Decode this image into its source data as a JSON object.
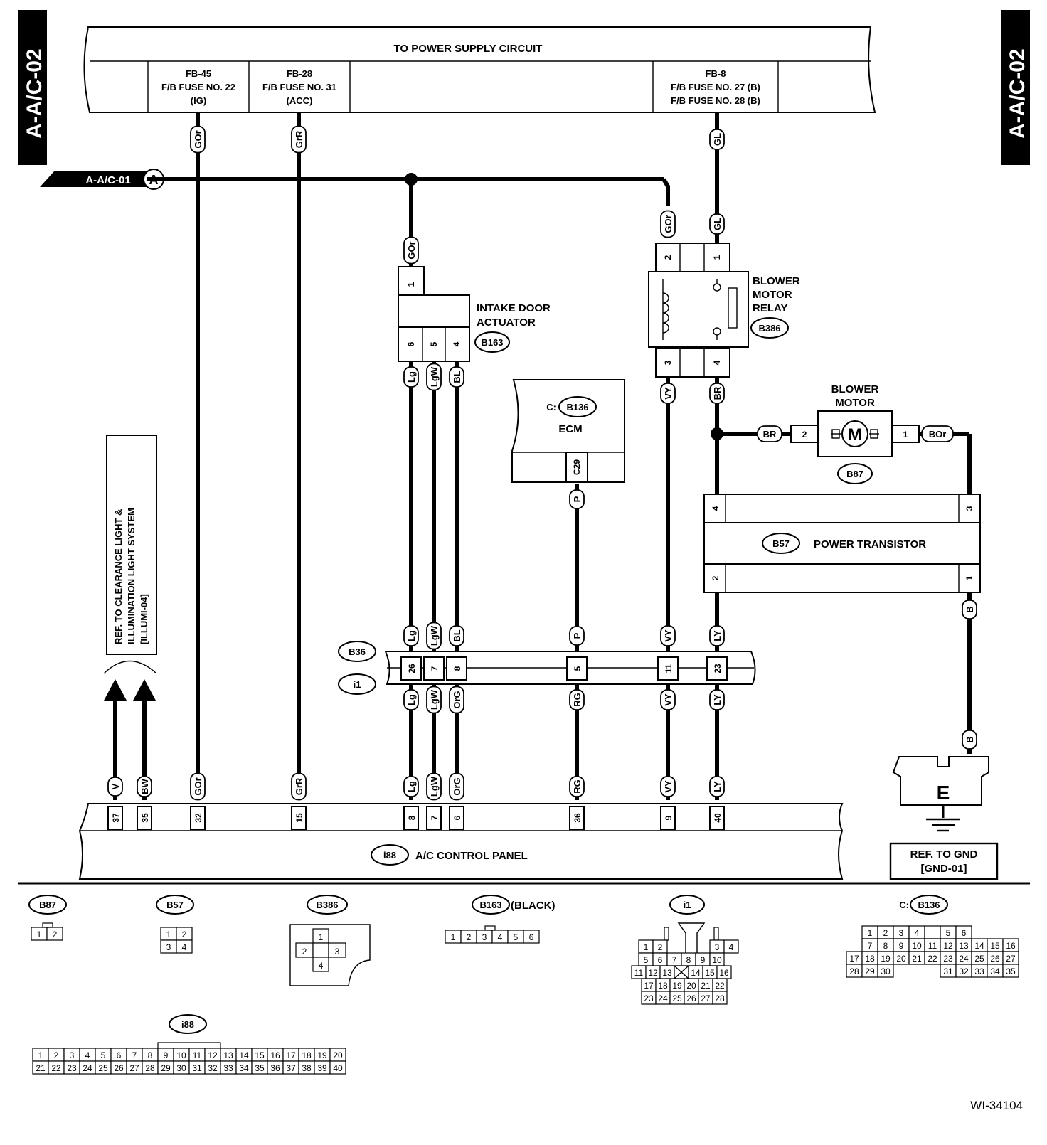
{
  "page_tabs": {
    "left": "A-A/C-02",
    "right": "A-A/C-02"
  },
  "power_supply": {
    "title": "TO POWER SUPPLY CIRCUIT",
    "fb45": [
      "FB-45",
      "F/B FUSE NO. 22",
      "(IG)"
    ],
    "fb28": [
      "FB-28",
      "F/B FUSE NO. 31",
      "(ACC)"
    ],
    "fb8": [
      "FB-8",
      "F/B FUSE NO. 27 (B)",
      "F/B FUSE NO. 28 (B)"
    ]
  },
  "ref_aac01": {
    "label": "A-A/C-01",
    "letter": "A"
  },
  "intake_door_actuator": {
    "name": [
      "INTAKE DOOR",
      "ACTUATOR"
    ],
    "connector": "B163"
  },
  "blower_motor_relay": {
    "name": [
      "BLOWER",
      "MOTOR",
      "RELAY"
    ],
    "connector": "B386"
  },
  "ecm": {
    "prefix": "C:",
    "connector": "B136",
    "name": "ECM",
    "pin": "C29"
  },
  "blower_motor": {
    "name": [
      "BLOWER",
      "MOTOR"
    ],
    "symbol": "M",
    "connector": "B87"
  },
  "power_transistor": {
    "connector": "B57",
    "name": "POWER TRANSISTOR"
  },
  "junction": {
    "top": "B36",
    "bottom": "i1"
  },
  "control_panel": {
    "connector": "i88",
    "name": "A/C CONTROL PANEL"
  },
  "ref_illum": [
    "REF. TO CLEARANCE LIGHT &",
    "ILLUMINATION LIGHT SYSTEM",
    "[ILLUMI-04]"
  ],
  "ground": {
    "letter": "E",
    "ref": [
      "REF. TO GND",
      "[GND-01]"
    ]
  },
  "wire_tags": {
    "gor_fb45": "GOr",
    "grr_fb28": "GrR",
    "gl_fb8": "GL",
    "gor_act": "GOr",
    "gor_relay": "GOr",
    "gl_relay": "GL",
    "lg_act": "Lg",
    "lgw_act": "LgW",
    "bl_act": "BL",
    "vy_relay": "VY",
    "br_relay": "BR",
    "p_ecm": "P",
    "br_motor": "BR",
    "bor_motor": "BOr",
    "b_pt": "B",
    "b_gnd": "B",
    "lg_j1": "Lg",
    "lgw_j1": "LgW",
    "bl_j1": "BL",
    "p_j1": "P",
    "vy_j1": "VY",
    "ly_j1": "LY",
    "lg_j2": "Lg",
    "lgw_j2": "LgW",
    "org_j2": "OrG",
    "rg_j2": "RG",
    "vy_j2": "VY",
    "ly_j2": "LY",
    "v_cp": "V",
    "bw_cp": "BW",
    "gor_cp": "GOr",
    "grr_cp": "GrR",
    "lg_cp": "Lg",
    "lgw_cp": "LgW",
    "org_cp": "OrG",
    "rg_cp": "RG",
    "vy_cp": "VY",
    "ly_cp": "LY"
  },
  "pins": {
    "act_top": "1",
    "act_b1": "6",
    "act_b2": "5",
    "act_b3": "4",
    "relay_t1": "2",
    "relay_t2": "1",
    "relay_b1": "3",
    "relay_b2": "4",
    "motor_l": "2",
    "motor_r": "1",
    "pt_t1": "4",
    "pt_t2": "3",
    "pt_b1": "2",
    "pt_b2": "1",
    "j_lg": "26",
    "j_lgw": "7",
    "j_bl": "8",
    "j_p": "5",
    "j_vy": "11",
    "j_ly": "23",
    "cp_37": "37",
    "cp_35": "35",
    "cp_32": "32",
    "cp_15": "15",
    "cp_8": "8",
    "cp_7": "7",
    "cp_6": "6",
    "cp_36": "36",
    "cp_9": "9",
    "cp_40": "40"
  },
  "connector_views": {
    "b87": {
      "label": "B87",
      "cells": [
        "1",
        "2"
      ]
    },
    "b57": {
      "label": "B57",
      "cells": [
        "1",
        "2",
        "3",
        "4"
      ]
    },
    "b386": {
      "label": "B386",
      "cells": [
        "1",
        "2",
        "3",
        "4"
      ]
    },
    "b163": {
      "label": "B163",
      "suffix": "(BLACK)",
      "cells": [
        "1",
        "2",
        "3",
        "4",
        "5",
        "6"
      ]
    },
    "i1": {
      "label": "i1",
      "rows": [
        [
          "1",
          "2",
          "3",
          "4"
        ],
        [
          "5",
          "6",
          "7",
          "8",
          "9",
          "10"
        ],
        [
          "11",
          "12",
          "13",
          "14",
          "15",
          "16"
        ],
        [
          "17",
          "18",
          "19",
          "20",
          "21",
          "22"
        ],
        [
          "23",
          "24",
          "25",
          "26",
          "27",
          "28"
        ]
      ]
    },
    "b136": {
      "prefix": "C:",
      "label": "B136",
      "rows": [
        [
          "1",
          "2",
          "3",
          "4",
          "5",
          "6"
        ],
        [
          "7",
          "8",
          "9",
          "10",
          "11",
          "12",
          "13",
          "14",
          "15",
          "16"
        ],
        [
          "17",
          "18",
          "19",
          "20",
          "21",
          "22",
          "23",
          "24",
          "25",
          "26",
          "27"
        ],
        [
          "28",
          "29",
          "30",
          "31",
          "32",
          "33",
          "34",
          "35"
        ]
      ]
    },
    "i88": {
      "label": "i88",
      "rows": [
        [
          "1",
          "2",
          "3",
          "4",
          "5",
          "6",
          "7",
          "8",
          "9",
          "10",
          "11",
          "12",
          "13",
          "14",
          "15",
          "16",
          "17",
          "18",
          "19",
          "20"
        ],
        [
          "21",
          "22",
          "23",
          "24",
          "25",
          "26",
          "27",
          "28",
          "29",
          "30",
          "31",
          "32",
          "33",
          "34",
          "35",
          "36",
          "37",
          "38",
          "39",
          "40"
        ]
      ]
    }
  },
  "figure_id": "WI-34104"
}
